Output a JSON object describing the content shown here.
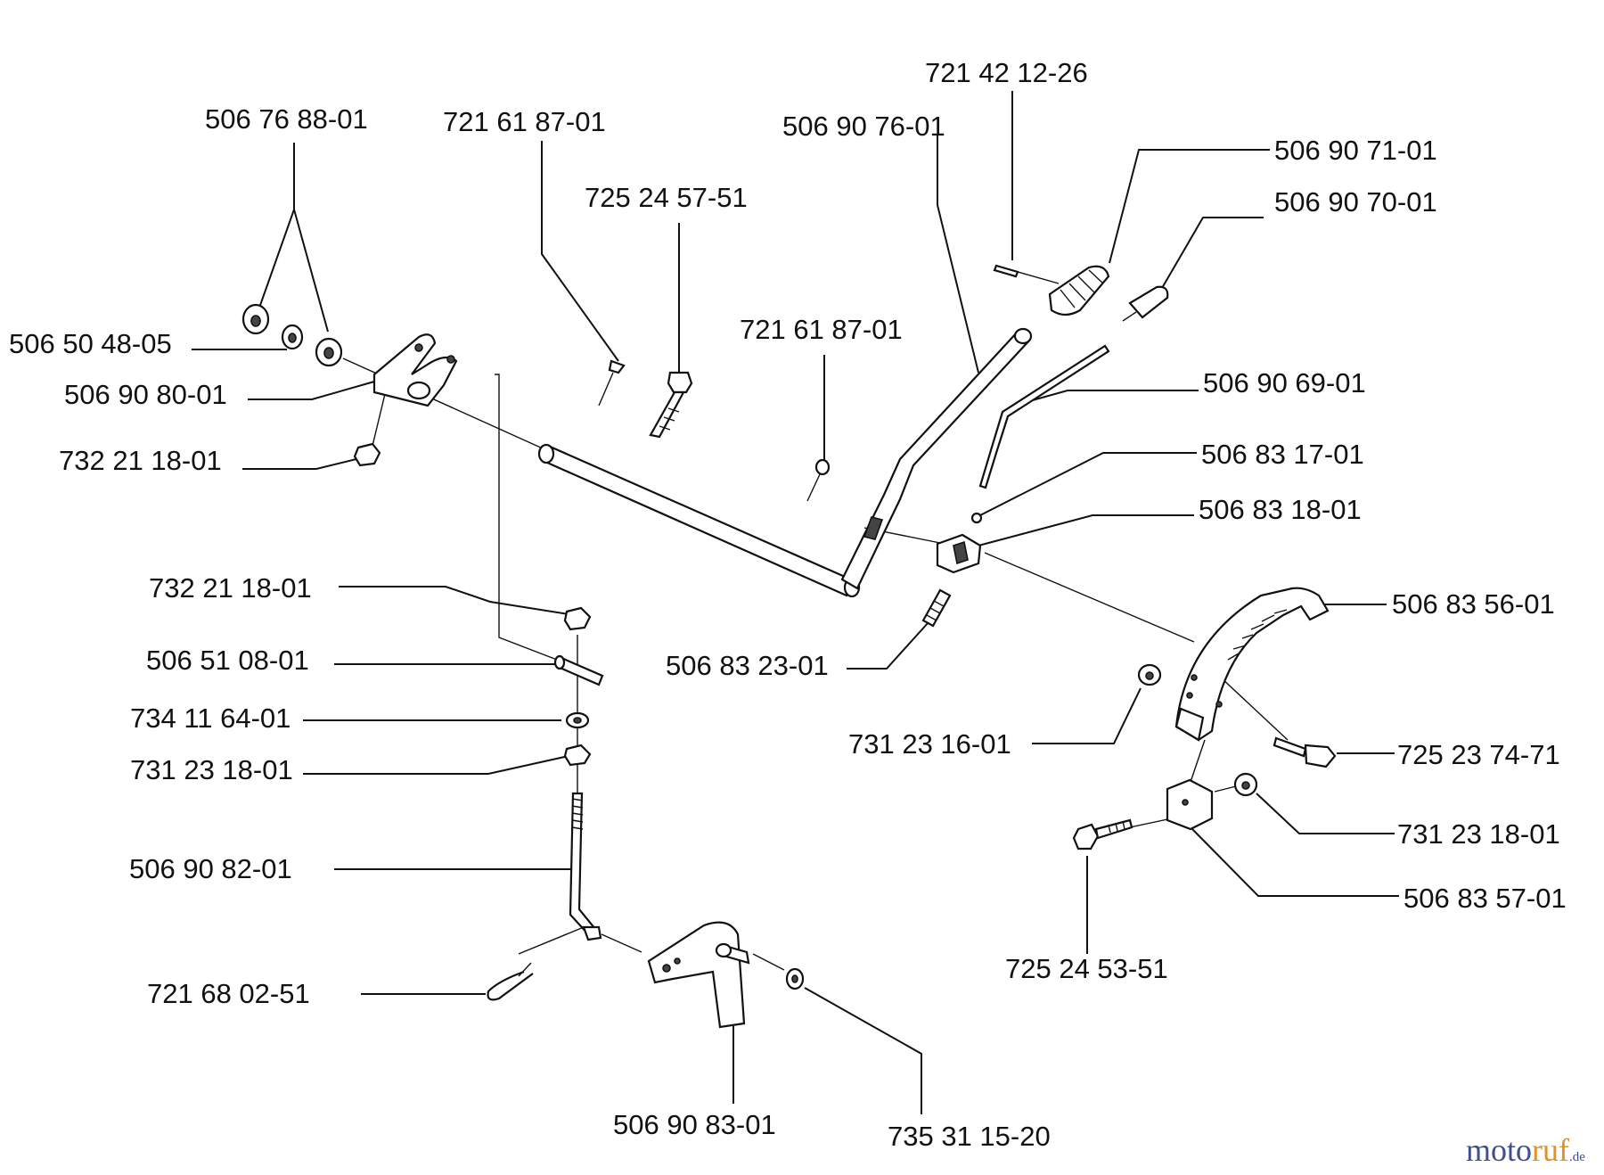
{
  "diagram": {
    "labels": [
      "506 76 88-01",
      "721 61 87-01",
      "725 24 57-51",
      "506 90 76-01",
      "721 42 12-26",
      "506 90 71-01",
      "506 90 70-01",
      "506 50 48-05",
      "506 90 80-01",
      "732 21 18-01",
      "721 61 87-01",
      "506 90 69-01",
      "506 83 17-01",
      "506 83 18-01",
      "732 21 18-01",
      "506 51 08-01",
      "506 83 23-01",
      "506 83 56-01",
      "734 11 64-01",
      "731 23 18-01",
      "731 23 16-01",
      "725 23 74-71",
      "506 90 82-01",
      "731 23 18-01",
      "506 83 57-01",
      "721 68 02-51",
      "725 24 53-51",
      "506 90 83-01",
      "735 31 15-20"
    ]
  },
  "watermark": {
    "part1": "moto",
    "part2": "ruf",
    "suffix": ".de"
  }
}
